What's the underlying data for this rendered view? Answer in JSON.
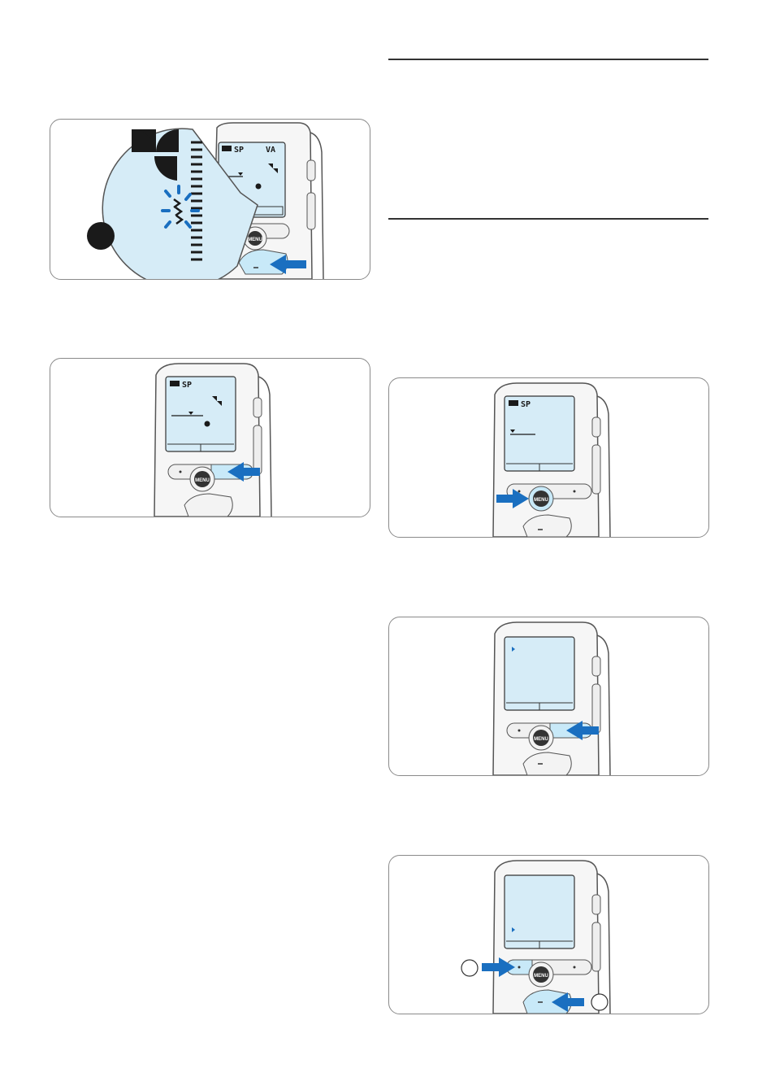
{
  "device": {
    "menu_button_label": "MENU",
    "battery_icon": "battery-icon",
    "lcd_mode_sp": "SP",
    "lcd_mode_va": "VA"
  },
  "colors": {
    "lcd_screen": "#d6ecf7",
    "highlight": "#c8e9f8",
    "arrow": "#1a6fc0",
    "body": "#f6f6f6"
  },
  "figures": [
    {
      "id": "fig-1",
      "caption": ""
    },
    {
      "id": "fig-2",
      "caption": ""
    },
    {
      "id": "fig-3",
      "caption": ""
    },
    {
      "id": "fig-4",
      "caption": ""
    },
    {
      "id": "fig-5",
      "caption": ""
    }
  ]
}
